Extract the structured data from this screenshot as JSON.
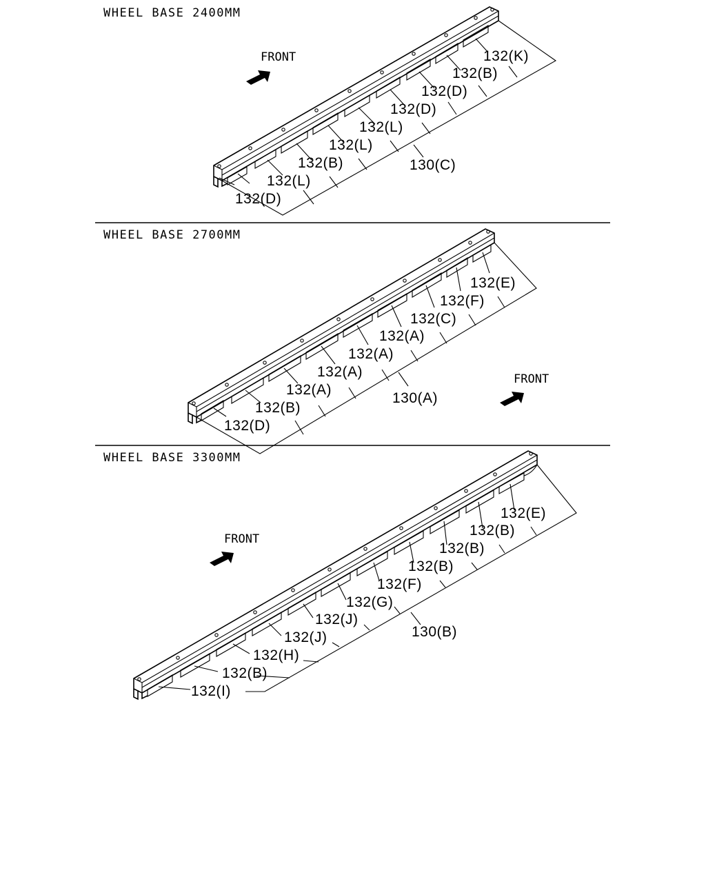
{
  "panels": [
    {
      "title": "WHEEL BASE 2400MM",
      "front_label": "FRONT",
      "main_part": "130(C)",
      "parts": [
        "132(D)",
        "132(L)",
        "132(B)",
        "132(L)",
        "132(L)",
        "132(D)",
        "132(D)",
        "132(B)",
        "132(K)"
      ]
    },
    {
      "title": "WHEEL BASE 2700MM",
      "front_label": "FRONT",
      "main_part": "130(A)",
      "parts": [
        "132(D)",
        "132(B)",
        "132(A)",
        "132(A)",
        "132(A)",
        "132(A)",
        "132(C)",
        "132(F)",
        "132(E)"
      ]
    },
    {
      "title": "WHEEL BASE 3300MM",
      "front_label": "FRONT",
      "main_part": "130(B)",
      "parts": [
        "132(I)",
        "132(B)",
        "132(H)",
        "132(J)",
        "132(J)",
        "132(G)",
        "132(F)",
        "132(B)",
        "132(B)",
        "132(B)",
        "132(E)"
      ]
    }
  ]
}
